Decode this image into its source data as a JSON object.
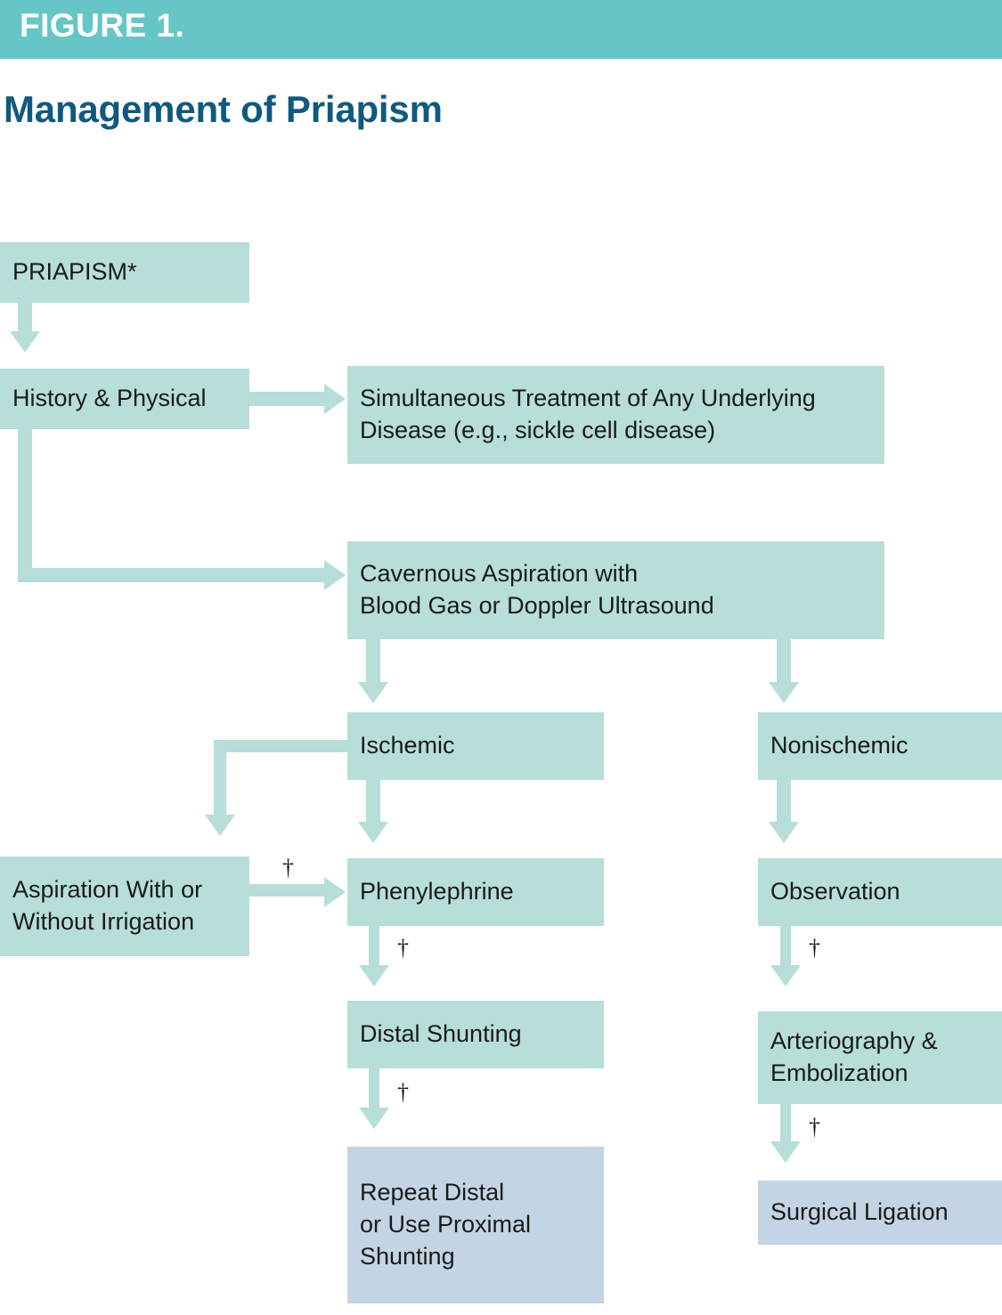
{
  "header": {
    "figure_label": "FIGURE 1.",
    "band_color": "#66c6c6"
  },
  "title": {
    "text": "Management of Priapism",
    "color": "#10597e"
  },
  "colors": {
    "node_fill": "#b7ded9",
    "node_fill_alt": "#c3d4e4",
    "connector": "#b7ded9",
    "text": "#1a1a1a"
  },
  "diagram": {
    "type": "flowchart",
    "nodes": [
      {
        "id": "priapism",
        "label": "PRIAPISM*",
        "style": "teal"
      },
      {
        "id": "history",
        "label": "History & Physical",
        "style": "teal"
      },
      {
        "id": "simultaneous",
        "label": "Simultaneous Treatment of Any Underlying\nDisease (e.g., sickle cell disease)",
        "style": "teal"
      },
      {
        "id": "cavernous",
        "label": "Cavernous Aspiration with\nBlood Gas or Doppler Ultrasound",
        "style": "teal"
      },
      {
        "id": "ischemic",
        "label": "Ischemic",
        "style": "teal"
      },
      {
        "id": "nonischemic",
        "label": "Nonischemic",
        "style": "teal"
      },
      {
        "id": "aspiration",
        "label": "Aspiration With or\nWithout Irrigation",
        "style": "teal"
      },
      {
        "id": "phenylephrine",
        "label": "Phenylephrine",
        "style": "teal"
      },
      {
        "id": "observation",
        "label": "Observation",
        "style": "teal"
      },
      {
        "id": "distal",
        "label": "Distal Shunting",
        "style": "teal"
      },
      {
        "id": "arteriography",
        "label": "Arteriography &\nEmbolization",
        "style": "teal"
      },
      {
        "id": "repeat",
        "label": "Repeat Distal\nor Use Proximal\nShunting",
        "style": "blue"
      },
      {
        "id": "ligation",
        "label": "Surgical Ligation",
        "style": "blue"
      }
    ],
    "edges": [
      {
        "from": "priapism",
        "to": "history",
        "kind": "down",
        "marker": ""
      },
      {
        "from": "history",
        "to": "simultaneous",
        "kind": "right",
        "marker": ""
      },
      {
        "from": "history",
        "to": "cavernous",
        "kind": "elbow-down-right",
        "marker": ""
      },
      {
        "from": "cavernous",
        "to": "ischemic",
        "kind": "down",
        "marker": ""
      },
      {
        "from": "cavernous",
        "to": "nonischemic",
        "kind": "down",
        "marker": ""
      },
      {
        "from": "ischemic",
        "to": "aspiration",
        "kind": "elbow-left-down",
        "marker": ""
      },
      {
        "from": "ischemic",
        "to": "phenylephrine",
        "kind": "down",
        "marker": ""
      },
      {
        "from": "aspiration",
        "to": "phenylephrine",
        "kind": "right",
        "marker": "†"
      },
      {
        "from": "nonischemic",
        "to": "observation",
        "kind": "down",
        "marker": ""
      },
      {
        "from": "phenylephrine",
        "to": "distal",
        "kind": "down",
        "marker": "†"
      },
      {
        "from": "observation",
        "to": "arteriography",
        "kind": "down",
        "marker": "†"
      },
      {
        "from": "distal",
        "to": "repeat",
        "kind": "down",
        "marker": "†"
      },
      {
        "from": "arteriography",
        "to": "ligation",
        "kind": "down",
        "marker": "†"
      }
    ],
    "markers": {
      "dagger": "†",
      "asterisk": "*"
    }
  }
}
